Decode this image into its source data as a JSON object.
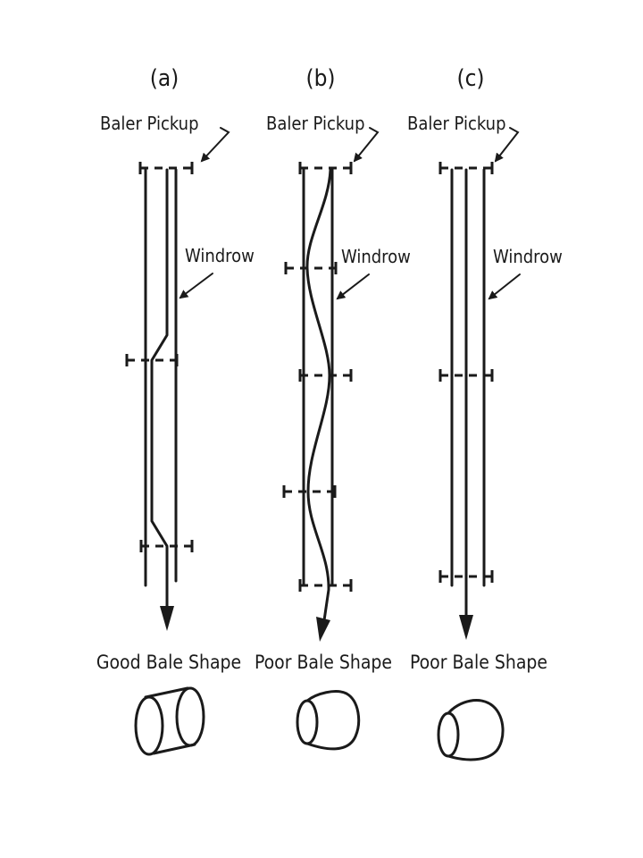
{
  "panels": [
    {
      "label": "(a)",
      "pickup_label": "Baler Pickup",
      "windrow_label": "Windrow",
      "shape_label": "Good Bale Shape"
    },
    {
      "label": "(b)",
      "pickup_label": "Baler Pickup",
      "windrow_label": "Windrow",
      "shape_label": "Poor Bale Shape"
    },
    {
      "label": "(c)",
      "pickup_label": "Baler Pickup",
      "windrow_label": "Windrow",
      "shape_label": "Poor Bale Shape"
    }
  ],
  "colors": {
    "ink": "#1a1a1a",
    "background": "#ffffff"
  }
}
